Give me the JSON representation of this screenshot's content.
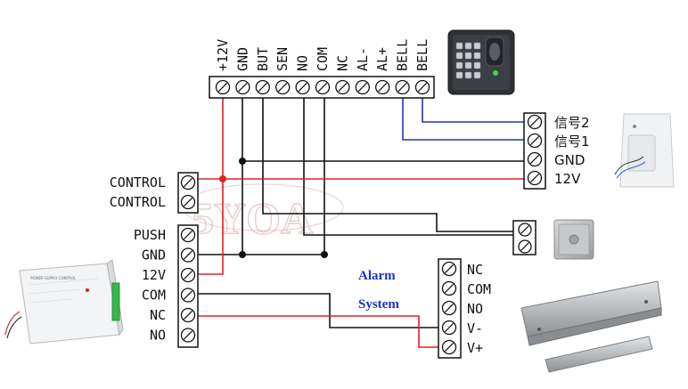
{
  "top_block": {
    "labels": [
      "+12V",
      "GND",
      "BUT",
      "SEN",
      "NO",
      "COM",
      "NC",
      "AL-",
      "AL+",
      "BELL",
      "BELL"
    ]
  },
  "doorbell_terminal": {
    "labels": [
      "信号2",
      "信号1",
      "GND",
      "12V"
    ]
  },
  "power_supply_terminal": {
    "control_labels": [
      "CONTROL",
      "CONTROL"
    ],
    "labels": [
      "PUSH",
      "GND",
      "12V",
      "COM",
      "NC",
      "NO"
    ]
  },
  "alarm_terminal": {
    "title_line1": "Alarm",
    "title_line2": "System",
    "labels": [
      "NC",
      "COM",
      "NO",
      "V-",
      "V+"
    ]
  },
  "watermark": "5YOA",
  "wire_colors": {
    "black": "#111111",
    "red": "#e02020",
    "blue": "#2233bb"
  },
  "power_supply_device": {
    "title": "POWER SUPPLY CONTROL"
  }
}
